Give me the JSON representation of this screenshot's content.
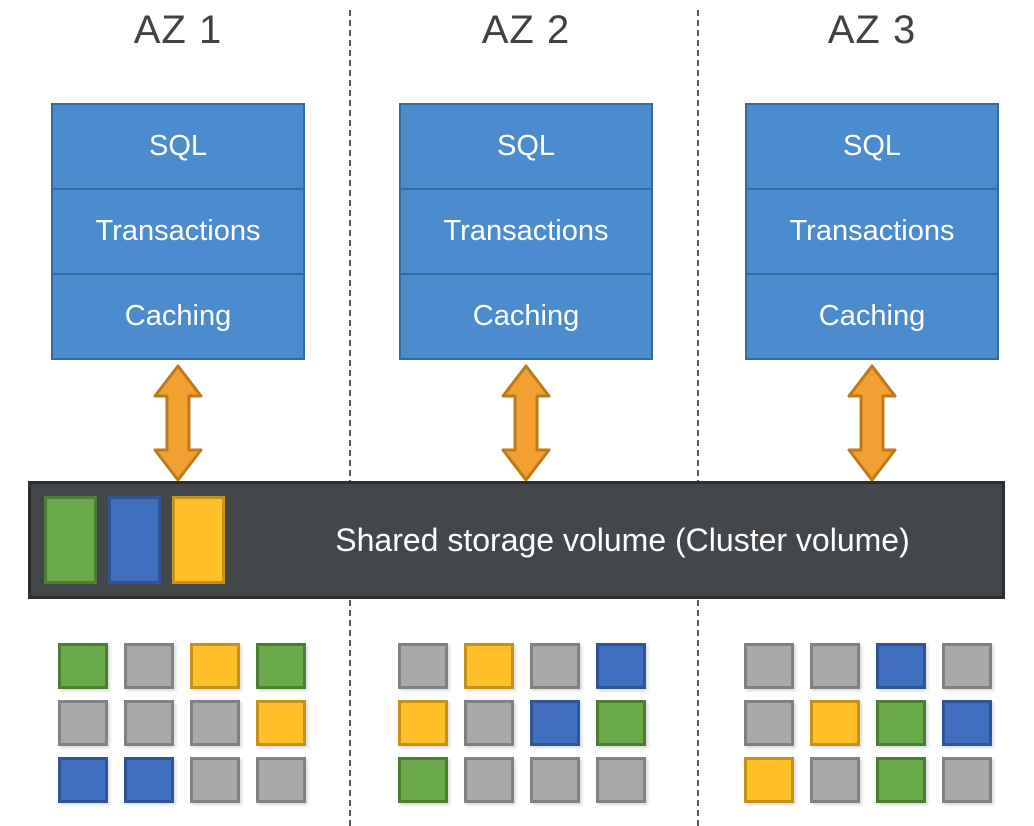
{
  "title": "Aurora shared storage architecture diagram",
  "azs": [
    {
      "label": "AZ 1",
      "stack": [
        "SQL",
        "Transactions",
        "Caching"
      ],
      "grid": [
        [
          "green",
          "gray",
          "yellow",
          "green"
        ],
        [
          "gray",
          "gray",
          "gray",
          "yellow"
        ],
        [
          "blue",
          "blue",
          "gray",
          "gray"
        ]
      ]
    },
    {
      "label": "AZ 2",
      "stack": [
        "SQL",
        "Transactions",
        "Caching"
      ],
      "grid": [
        [
          "gray",
          "yellow",
          "gray",
          "blue"
        ],
        [
          "yellow",
          "gray",
          "blue",
          "green"
        ],
        [
          "green",
          "gray",
          "gray",
          "gray"
        ]
      ]
    },
    {
      "label": "AZ 3",
      "stack": [
        "SQL",
        "Transactions",
        "Caching"
      ],
      "grid": [
        [
          "gray",
          "gray",
          "blue",
          "gray"
        ],
        [
          "gray",
          "yellow",
          "green",
          "blue"
        ],
        [
          "yellow",
          "gray",
          "green",
          "gray"
        ]
      ]
    }
  ],
  "storage": {
    "label": "Shared storage volume (Cluster volume)",
    "segments": [
      "green",
      "blue",
      "yellow"
    ]
  },
  "colors": {
    "stack_fill": "#4a8ccd",
    "stack_border": "#34699e",
    "stack_text": "#ffffff",
    "bar_fill": "#43474a",
    "bar_border": "#2b2f31",
    "bar_text": "#ffffff",
    "arrow_fill": "#f2a032",
    "arrow_border": "#bd7a16",
    "block_green": "#6aaa4b",
    "block_blue": "#3f6fbe",
    "block_yellow": "#ffc02a",
    "block_gray": "#a9a9a9",
    "az_label_text": "#3f4347",
    "separator": "#5a5a5a"
  }
}
